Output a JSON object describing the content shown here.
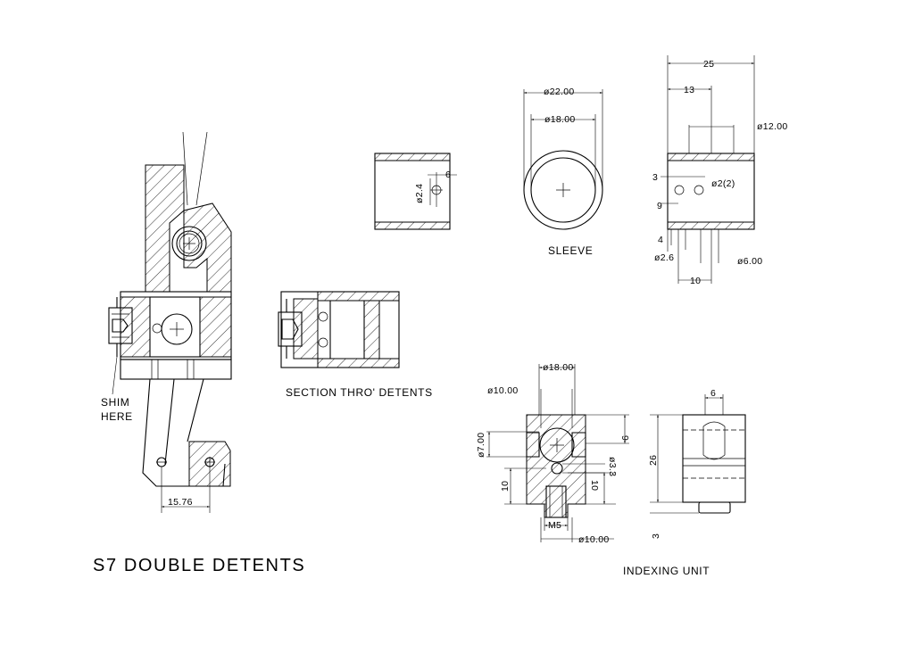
{
  "title": "S7 DOUBLE DETENTS",
  "labels": {
    "section": "SECTION THRO' DETENTS",
    "shim_line1": "SHIM",
    "shim_line2": "HERE",
    "sleeve": "SLEEVE",
    "indexing_unit": "INDEXING UNIT"
  },
  "dimensions": {
    "assembly_width": "15.76",
    "tube_hole_dia": "ø2.4",
    "tube_hole_offset": "6",
    "sleeve_outer": "ø22.00",
    "sleeve_inner": "ø18.00",
    "side_length": "25",
    "side_offset": "13",
    "side_bore": "ø12.00",
    "side_3": "3",
    "side_holes": "ø2(2)",
    "side_9": "9",
    "side_4": "4",
    "side_dia_26": "ø2.6",
    "side_dia_6": "ø6.00",
    "side_10": "10",
    "idx_18": "ø18.00",
    "idx_10_top": "ø10.00",
    "idx_7": "ø7.00",
    "idx_9": "9",
    "idx_33": "ø3.3",
    "idx_10_left": "10",
    "idx_10_right": "10",
    "idx_m5": "M5",
    "idx_10_bottom": "ø10.00",
    "idx_6": "6",
    "idx_26": "26",
    "idx_3": "3"
  }
}
